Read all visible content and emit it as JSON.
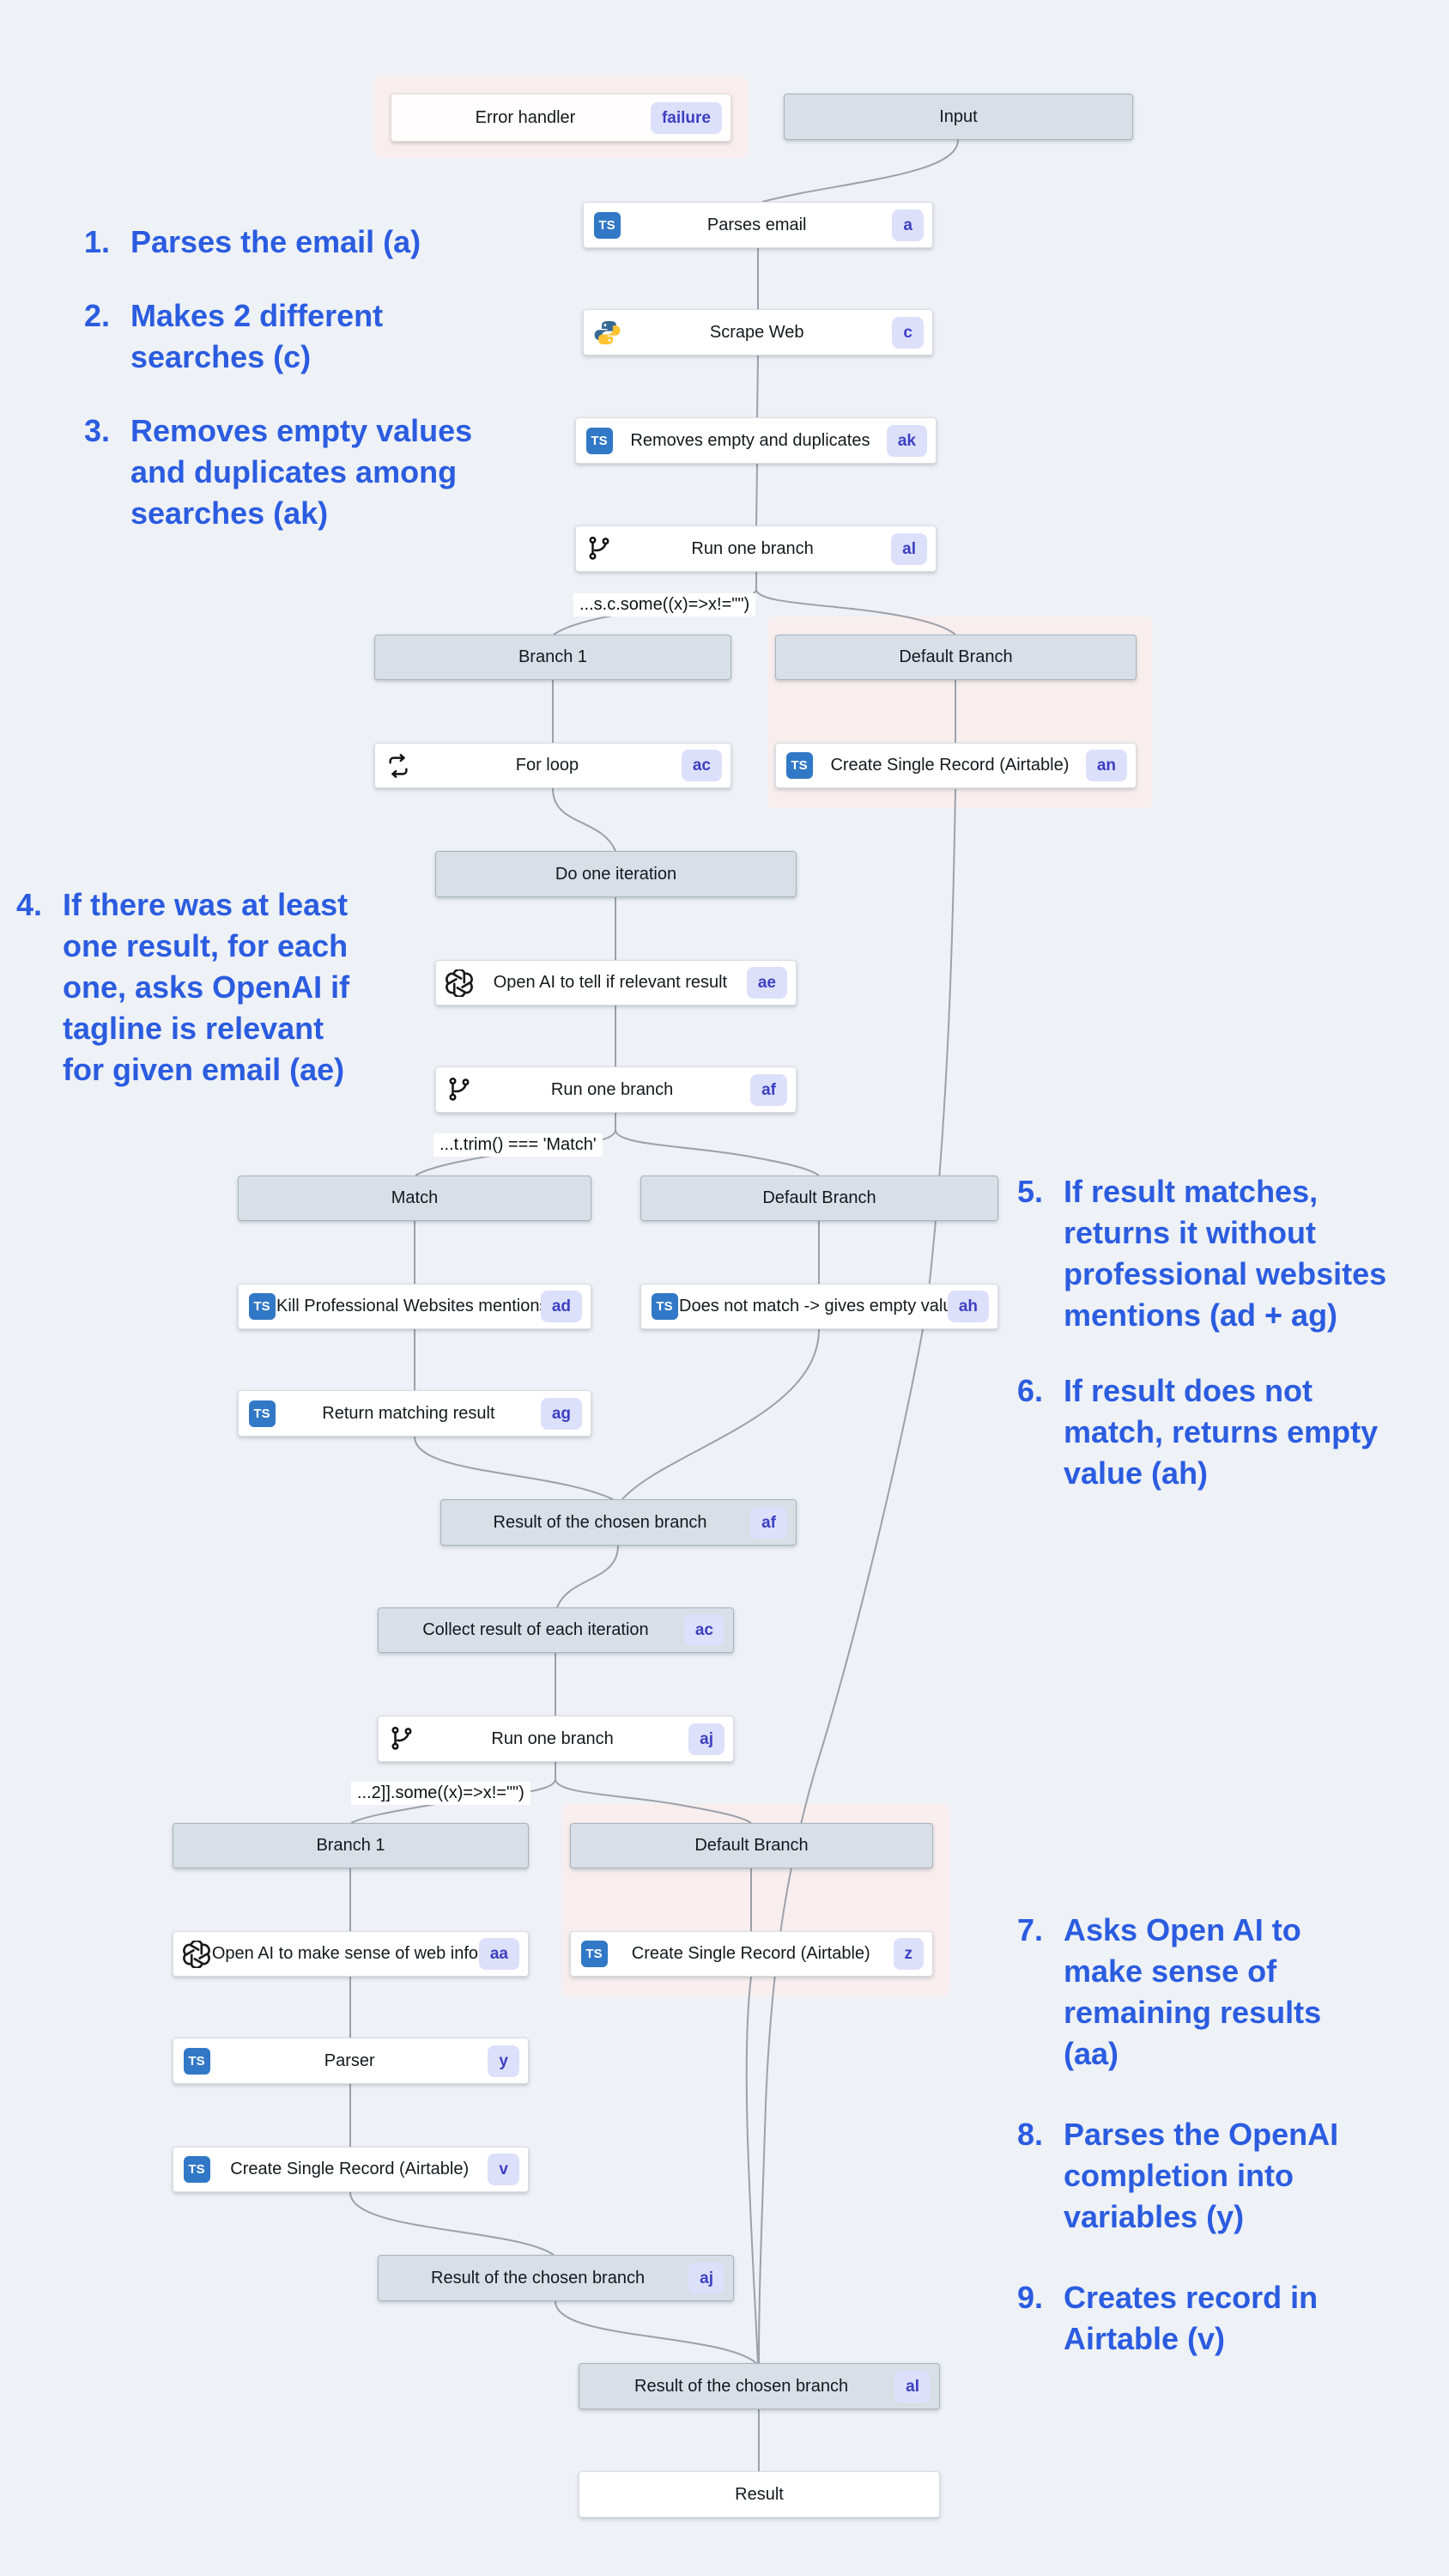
{
  "colors": {
    "canvas_bg": "#eef1f6",
    "annotation_blue": "#2b5ce0",
    "badge_bg": "#dde0fb",
    "badge_text": "#3c40c1",
    "header_node_bg": "#d8dfe6",
    "card_node_bg": "#ffffff",
    "error_halo_pink": "#f8eeee",
    "connector_gray": "#8d939c",
    "typescript_blue": "#3178c6"
  },
  "icons": {
    "typescript": "TS"
  },
  "nodes": {
    "error_handler": {
      "label": "Error handler",
      "badge": "failure"
    },
    "input": {
      "label": "Input"
    },
    "parses_email": {
      "label": "Parses email",
      "badge": "a",
      "icon": "typescript"
    },
    "scrape_web": {
      "label": "Scrape Web",
      "badge": "c",
      "icon": "python"
    },
    "removes_empty": {
      "label": "Removes empty and duplicates",
      "badge": "ak",
      "icon": "typescript"
    },
    "run_one_branch_al": {
      "label": "Run one branch",
      "badge": "al",
      "icon": "git-branch"
    },
    "branch1_a": {
      "label": "Branch 1"
    },
    "default_branch_a": {
      "label": "Default Branch"
    },
    "for_loop": {
      "label": "For loop",
      "badge": "ac",
      "icon": "loop"
    },
    "create_record_an": {
      "label": "Create Single Record (Airtable)",
      "badge": "an",
      "icon": "typescript"
    },
    "do_one_iteration": {
      "label": "Do one iteration"
    },
    "openai_ae": {
      "label": "Open AI to tell if relevant result",
      "badge": "ae",
      "icon": "openai"
    },
    "run_one_branch_af": {
      "label": "Run one branch",
      "badge": "af",
      "icon": "git-branch"
    },
    "match_header": {
      "label": "Match"
    },
    "default_branch_b": {
      "label": "Default Branch"
    },
    "kill_websites": {
      "label": "Kill Professional Websites mentions",
      "badge": "ad",
      "icon": "typescript"
    },
    "does_not_match": {
      "label": "Does not match -> gives empty value",
      "badge": "ah",
      "icon": "typescript"
    },
    "return_matching": {
      "label": "Return matching result",
      "badge": "ag",
      "icon": "typescript"
    },
    "result_af": {
      "label": "Result of the chosen branch",
      "badge": "af"
    },
    "collect_result": {
      "label": "Collect result of each iteration",
      "badge": "ac"
    },
    "run_one_branch_aj": {
      "label": "Run one branch",
      "badge": "aj",
      "icon": "git-branch"
    },
    "branch1_b": {
      "label": "Branch 1"
    },
    "default_branch_c": {
      "label": "Default Branch"
    },
    "openai_aa": {
      "label": "Open AI to make sense of web info",
      "badge": "aa",
      "icon": "openai"
    },
    "create_record_z": {
      "label": "Create Single Record (Airtable)",
      "badge": "z",
      "icon": "typescript"
    },
    "parser_y": {
      "label": "Parser",
      "badge": "y",
      "icon": "typescript"
    },
    "create_record_v": {
      "label": "Create Single Record (Airtable)",
      "badge": "v",
      "icon": "typescript"
    },
    "result_aj": {
      "label": "Result of the chosen branch",
      "badge": "aj"
    },
    "result_al": {
      "label": "Result of the chosen branch",
      "badge": "al"
    },
    "result": {
      "label": "Result"
    }
  },
  "conditions": {
    "c1": "...s.c.some((x)=>x!=\"\")",
    "c2": "...t.trim() === 'Match'",
    "c3": "...2]].some((x)=>x!=\"\")"
  },
  "annotations": [
    {
      "num": "1.",
      "text": "Parses the email (a)"
    },
    {
      "num": "2.",
      "text": "Makes 2 different\nsearches (c)"
    },
    {
      "num": "3.",
      "text": "Removes empty values\nand duplicates among\nsearches (ak)"
    },
    {
      "num": "4.",
      "text": "If there was at least\none result, for each\none, asks OpenAI if\ntagline is relevant\nfor given email (ae)"
    },
    {
      "num": "5.",
      "text": "If result matches,\nreturns it without\nprofessional websites\nmentions (ad + ag)"
    },
    {
      "num": "6.",
      "text": "If result does not\nmatch, returns empty\nvalue (ah)"
    },
    {
      "num": "7.",
      "text": "Asks Open AI to\nmake sense of\nremaining results\n(aa)"
    },
    {
      "num": "8.",
      "text": "Parses the OpenAI\ncompletion into\nvariables (y)"
    },
    {
      "num": "9.",
      "text": "Creates record in\nAirtable (v)"
    }
  ]
}
